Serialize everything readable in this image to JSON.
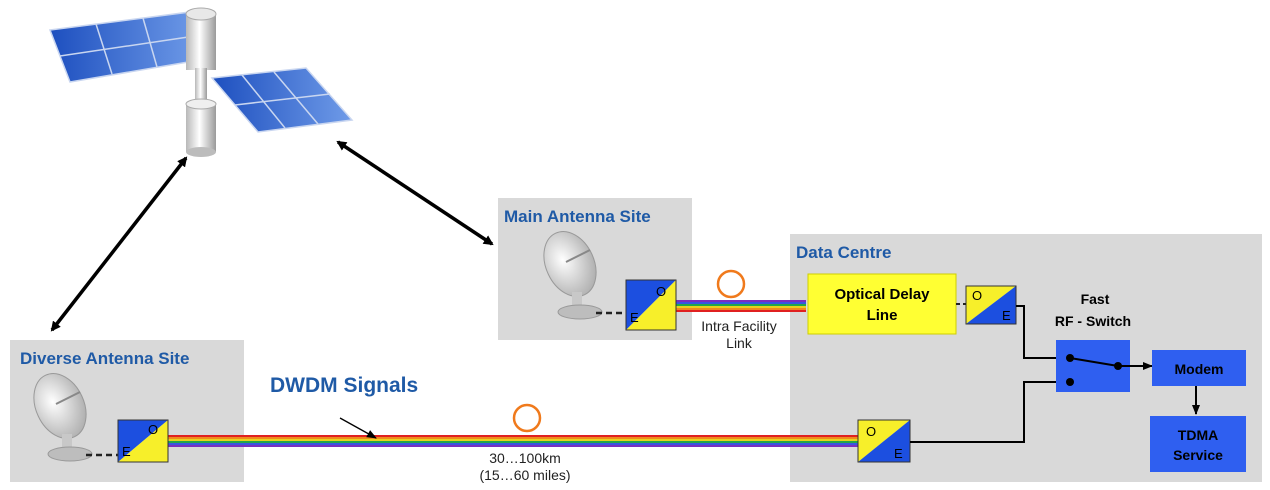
{
  "sites": {
    "main": "Main Antenna Site",
    "diverse": "Diverse Antenna Site",
    "data_centre": "Data Centre"
  },
  "signals": {
    "dwdm": "DWDM Signals",
    "intra_line1": "Intra Facility",
    "intra_line2": "Link",
    "distance_km": "30…100km",
    "distance_miles": "(15…60 miles)"
  },
  "boxes": {
    "optical_delay_line1": "Optical Delay",
    "optical_delay_line2": "Line",
    "switch_line1": "Fast",
    "switch_line2": "RF - Switch",
    "modem": "Modem",
    "tdma_line1": "TDMA",
    "tdma_line2": "Service"
  },
  "converter": {
    "o": "O",
    "e": "E"
  },
  "colors": {
    "panel_bg": "#d9d9d9",
    "label_blue": "#1f5aa6",
    "delay_yellow": "#ffff33",
    "box_blue": "#2f5ff0",
    "converter_blue": "#1c4fe0",
    "converter_yellow": "#f7ef2a",
    "fiber": [
      "#7a2fbf",
      "#3a55e0",
      "#22a64a",
      "#e8d21c",
      "#f08a1c",
      "#e02020"
    ]
  }
}
